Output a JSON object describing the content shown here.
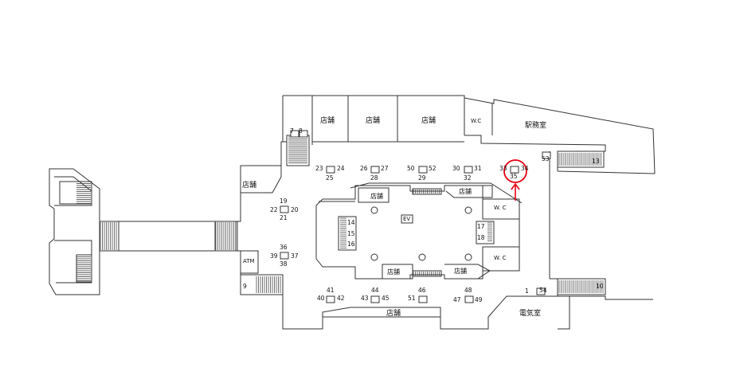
{
  "rooms": {
    "shop": "店舗",
    "wc": "W.C",
    "wc_spaced": "W. C",
    "station_office": "駅務室",
    "electric_room": "電気室",
    "elevator": "EV",
    "atm": "ATM"
  },
  "lockers": {
    "l1": "1",
    "l7": "7",
    "l8": "8",
    "l9": "9",
    "l10": "10",
    "l13": "13",
    "l14": "14",
    "l15": "15",
    "l16": "16",
    "l17": "17",
    "l18": "18",
    "l19": "19",
    "l20": "20",
    "l21": "21",
    "l22": "22",
    "l23": "23",
    "l24": "24",
    "l25": "25",
    "l26": "26",
    "l27": "27",
    "l28": "28",
    "l29": "29",
    "l30": "30",
    "l31": "31",
    "l32": "32",
    "l33": "33",
    "l34": "34",
    "l35": "35",
    "l36": "36",
    "l37": "37",
    "l38": "38",
    "l39": "39",
    "l40": "40",
    "l41": "41",
    "l42": "42",
    "l43": "43",
    "l44": "44",
    "l45": "45",
    "l46": "46",
    "l47": "47",
    "l48": "48",
    "l49": "49",
    "l50": "50",
    "l51": "51",
    "l52": "52",
    "l53": "53",
    "l54": "54"
  },
  "highlight": {
    "target": "35",
    "color": "#e60012"
  },
  "colors": {
    "line": "#333333",
    "highlight": "#e60012"
  }
}
